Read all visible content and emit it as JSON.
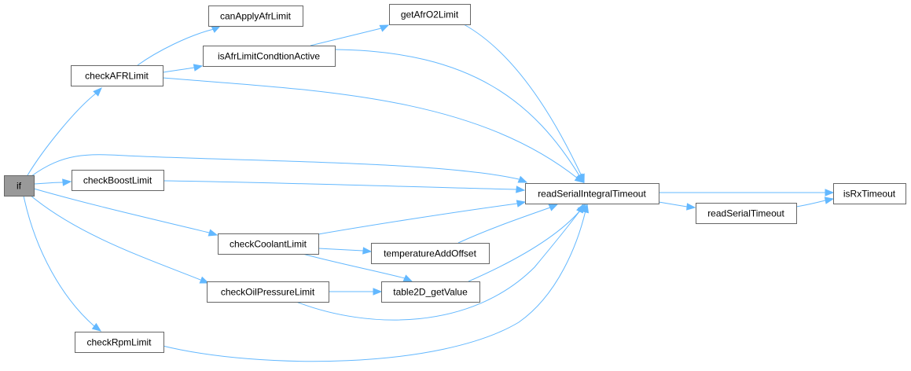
{
  "diagram": {
    "type": "call-graph",
    "colors": {
      "edge": "#63b8ff",
      "node_border": "#666666",
      "root_fill": "#999999",
      "node_fill": "#ffffff"
    },
    "nodes": [
      {
        "id": "if",
        "label": "if",
        "root": true
      },
      {
        "id": "checkAFRLimit",
        "label": "checkAFRLimit"
      },
      {
        "id": "canApplyAfrLimit",
        "label": "canApplyAfrLimit"
      },
      {
        "id": "isAfrLimitCondtionActive",
        "label": "isAfrLimitCondtionActive"
      },
      {
        "id": "getAfrO2Limit",
        "label": "getAfrO2Limit"
      },
      {
        "id": "checkBoostLimit",
        "label": "checkBoostLimit"
      },
      {
        "id": "readSerialIntegralTimeout",
        "label": "readSerialIntegralTimeout"
      },
      {
        "id": "readSerialTimeout",
        "label": "readSerialTimeout"
      },
      {
        "id": "isRxTimeout",
        "label": "isRxTimeout"
      },
      {
        "id": "checkCoolantLimit",
        "label": "checkCoolantLimit"
      },
      {
        "id": "temperatureAddOffset",
        "label": "temperatureAddOffset"
      },
      {
        "id": "checkOilPressureLimit",
        "label": "checkOilPressureLimit"
      },
      {
        "id": "table2D_getValue",
        "label": "table2D_getValue"
      },
      {
        "id": "checkRpmLimit",
        "label": "checkRpmLimit"
      }
    ],
    "edges": [
      {
        "from": "if",
        "to": "checkAFRLimit"
      },
      {
        "from": "if",
        "to": "readSerialIntegralTimeout"
      },
      {
        "from": "if",
        "to": "checkBoostLimit"
      },
      {
        "from": "if",
        "to": "checkCoolantLimit"
      },
      {
        "from": "if",
        "to": "checkOilPressureLimit"
      },
      {
        "from": "if",
        "to": "checkRpmLimit"
      },
      {
        "from": "checkAFRLimit",
        "to": "canApplyAfrLimit"
      },
      {
        "from": "checkAFRLimit",
        "to": "isAfrLimitCondtionActive"
      },
      {
        "from": "checkAFRLimit",
        "to": "readSerialIntegralTimeout"
      },
      {
        "from": "isAfrLimitCondtionActive",
        "to": "getAfrO2Limit"
      },
      {
        "from": "isAfrLimitCondtionActive",
        "to": "readSerialIntegralTimeout"
      },
      {
        "from": "getAfrO2Limit",
        "to": "readSerialIntegralTimeout"
      },
      {
        "from": "checkBoostLimit",
        "to": "readSerialIntegralTimeout"
      },
      {
        "from": "readSerialIntegralTimeout",
        "to": "isRxTimeout"
      },
      {
        "from": "readSerialIntegralTimeout",
        "to": "readSerialTimeout"
      },
      {
        "from": "readSerialTimeout",
        "to": "isRxTimeout"
      },
      {
        "from": "checkCoolantLimit",
        "to": "readSerialIntegralTimeout"
      },
      {
        "from": "checkCoolantLimit",
        "to": "temperatureAddOffset"
      },
      {
        "from": "checkCoolantLimit",
        "to": "table2D_getValue"
      },
      {
        "from": "temperatureAddOffset",
        "to": "readSerialIntegralTimeout"
      },
      {
        "from": "checkOilPressureLimit",
        "to": "table2D_getValue"
      },
      {
        "from": "checkOilPressureLimit",
        "to": "readSerialIntegralTimeout"
      },
      {
        "from": "table2D_getValue",
        "to": "readSerialIntegralTimeout"
      },
      {
        "from": "checkRpmLimit",
        "to": "readSerialIntegralTimeout"
      }
    ]
  }
}
